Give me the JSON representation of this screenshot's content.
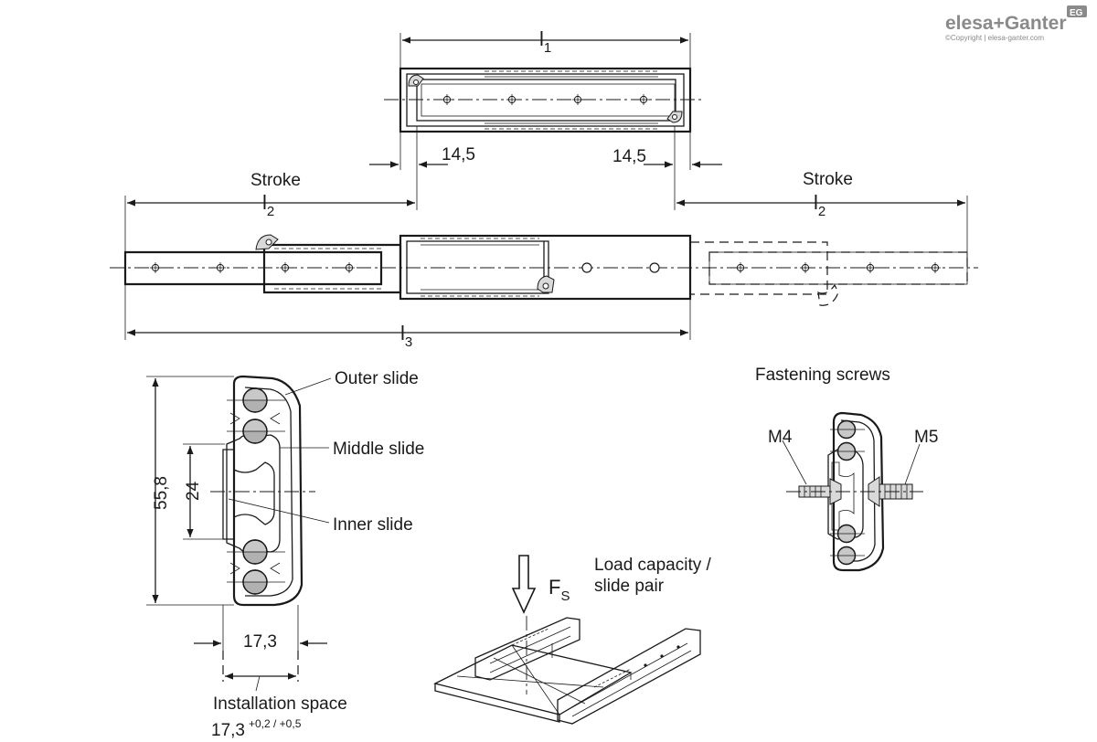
{
  "logo": {
    "brand": "elesa+Ganter",
    "badge": "EG",
    "copyright": "©Copyright | elesa-ganter.com"
  },
  "dimensions": {
    "l1": "l",
    "l1_sub": "1",
    "l2_left": "l",
    "l2_left_sub": "2",
    "l2_right": "l",
    "l2_right_sub": "2",
    "l3": "l",
    "l3_sub": "3",
    "left_offset": "14,5",
    "right_offset": "14,5",
    "height": "55,8",
    "inner_height": "24",
    "width": "17,3",
    "install_value": "17,3",
    "install_tolerance": "+0,2 / +0,5"
  },
  "labels": {
    "stroke_left": "Stroke",
    "stroke_right": "Stroke",
    "outer_slide": "Outer slide",
    "middle_slide": "Middle slide",
    "inner_slide": "Inner slide",
    "installation_space": "Installation space",
    "fastening_screws": "Fastening screws",
    "m4": "M4",
    "m5": "M5",
    "load_force": "F",
    "load_force_sub": "S",
    "load_capacity_line1": "Load capacity /",
    "load_capacity_line2": "slide pair"
  },
  "colors": {
    "line": "#1a1a1a",
    "ball_fill": "#c8c8c8",
    "logo_gray": "#8a8a8a"
  },
  "icons": [
    "hole-icon",
    "ball-bearing-icon",
    "screw-icon",
    "arrow-down-icon"
  ]
}
